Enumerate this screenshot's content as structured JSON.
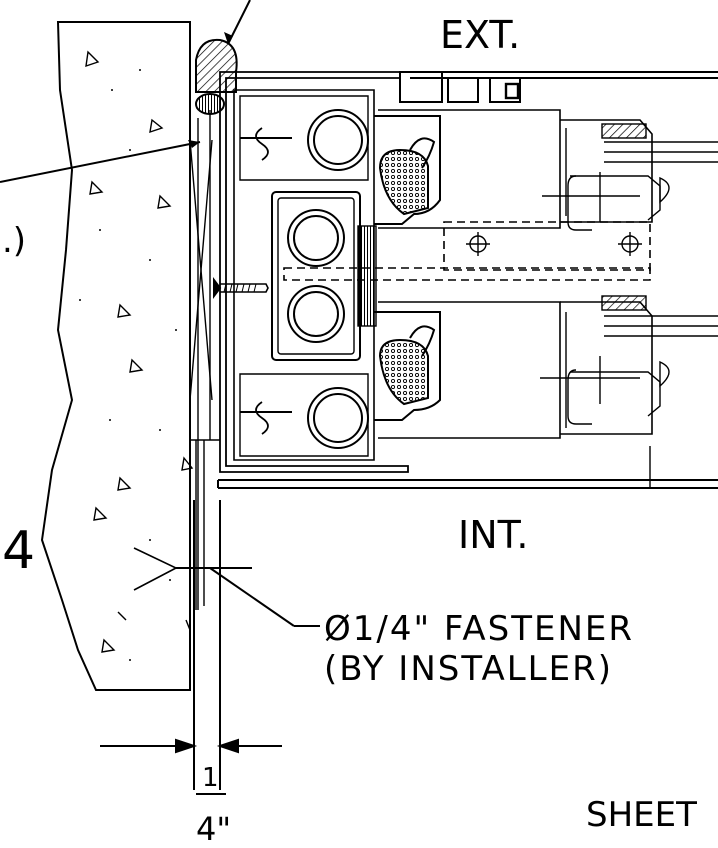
{
  "labels": {
    "exterior": "EXT.",
    "interior": "INT.",
    "fastener_line1": "Ø1/4\" FASTENER",
    "fastener_line2": "(BY INSTALLER)",
    "sheet": "SHEET",
    "edge_number": "4",
    "edge_paren": ".)",
    "dim_numerator": "1",
    "dim_denominator": "4\""
  }
}
